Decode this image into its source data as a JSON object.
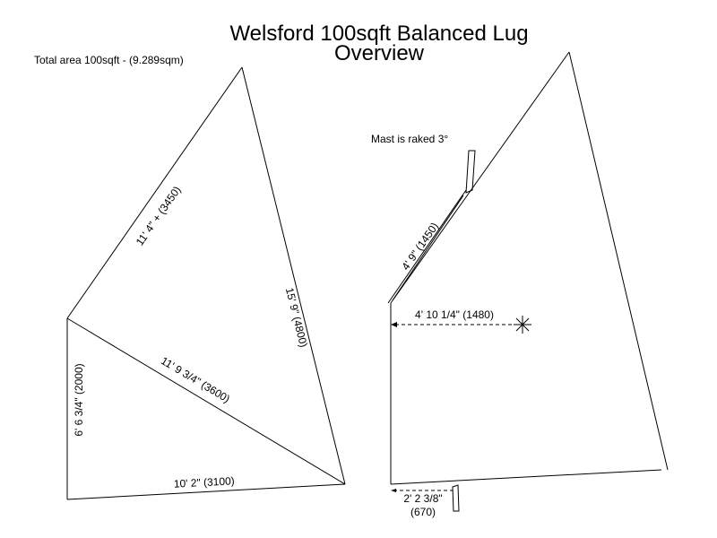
{
  "title_line1": "Welsford 100sqft Balanced Lug",
  "title_line2": "Overview",
  "total_area": "Total area 100sqft - (9.289sqm)",
  "mast_note": "Mast is raked 3°",
  "left_sail": {
    "head_label": "11' 4\" + (3450)",
    "leech_label": "15' 9\" (4800)",
    "luff_label": "6' 6 3/4\" (2000)",
    "diagonal_label": "11' 9 3/4\" (3600)",
    "foot_label": "10' 2\" (3100)"
  },
  "right_sail": {
    "yard_label": "4' 9\" (1450)",
    "ce_label": "4' 10 1/4\" (1480)",
    "tack_label": "2' 2 3/8\"",
    "tack_mm_label": "(670)"
  }
}
